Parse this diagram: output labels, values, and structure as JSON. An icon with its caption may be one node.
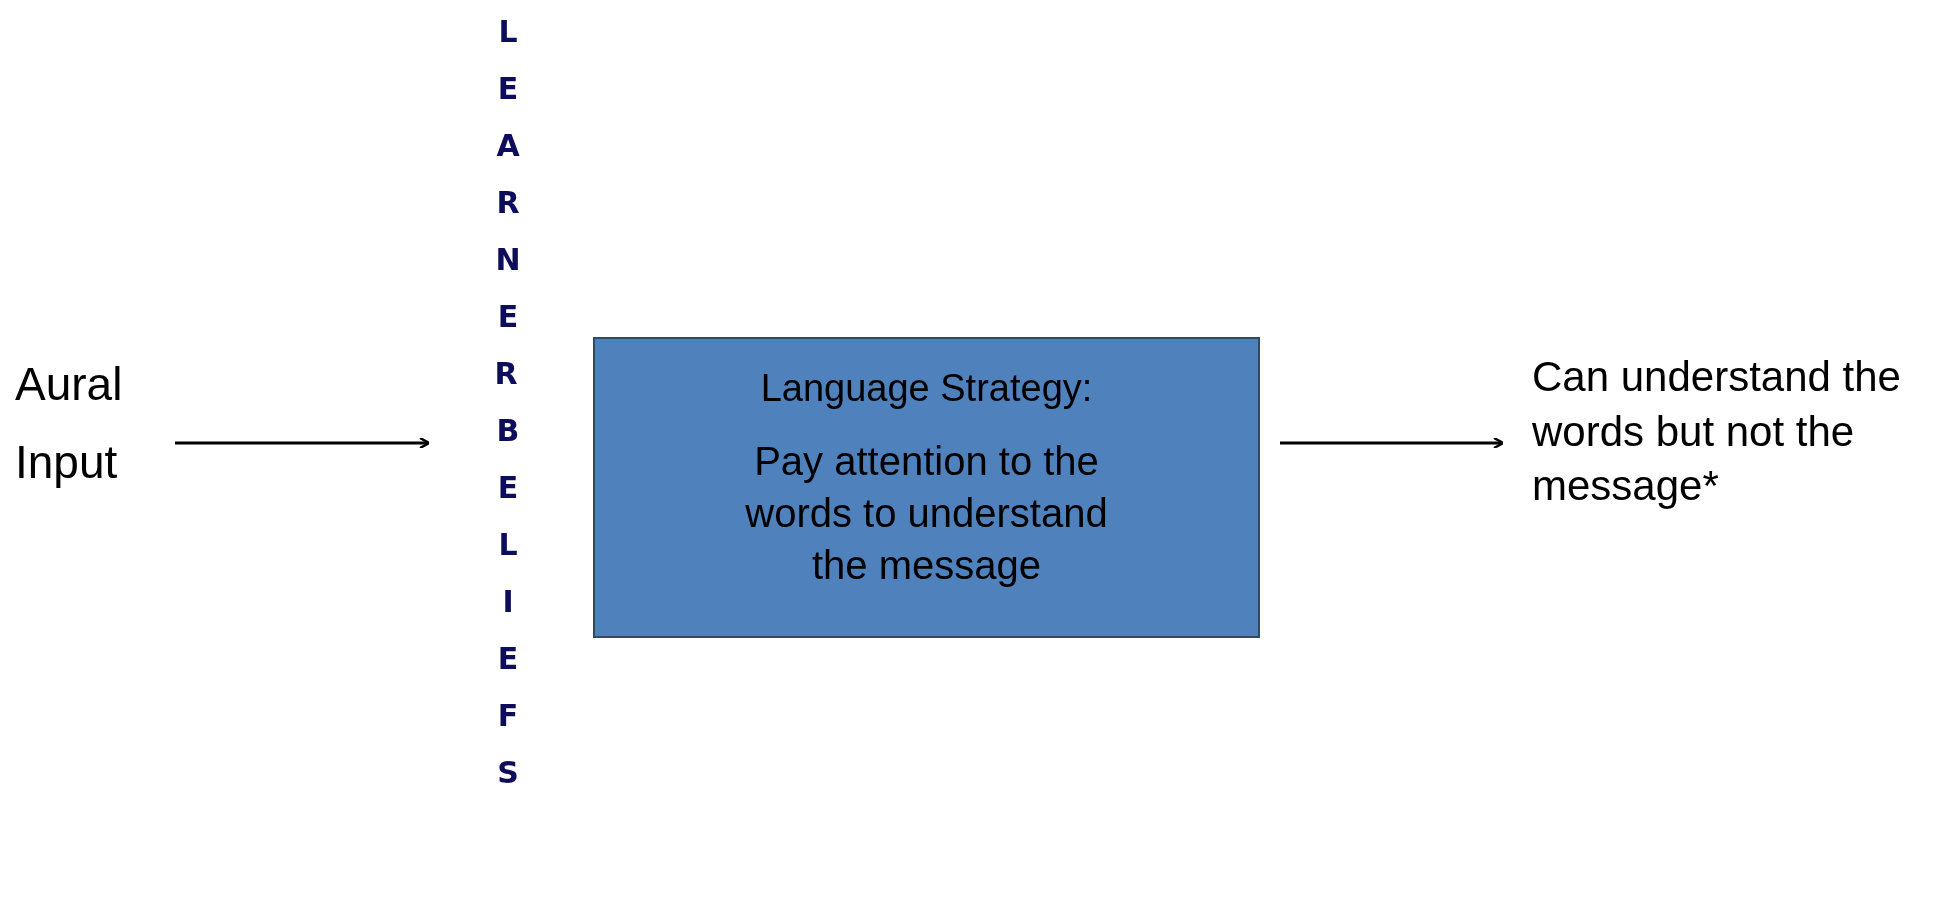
{
  "diagram": {
    "nodes": [
      {
        "text": [
          "Aural Input"
        ]
      },
      {
        "text": [
          "LEARNER BELIEFS"
        ]
      },
      {
        "text": [
          "Language Strategy:",
          "Pay attention to the words to understand the message"
        ]
      },
      {
        "text": [
          "Can understand the words but not the message*"
        ]
      }
    ],
    "edges": [
      {
        "from": 0,
        "to": 1,
        "arrow": "to"
      },
      {
        "from": 2,
        "to": 3,
        "arrow": "to"
      }
    ]
  }
}
